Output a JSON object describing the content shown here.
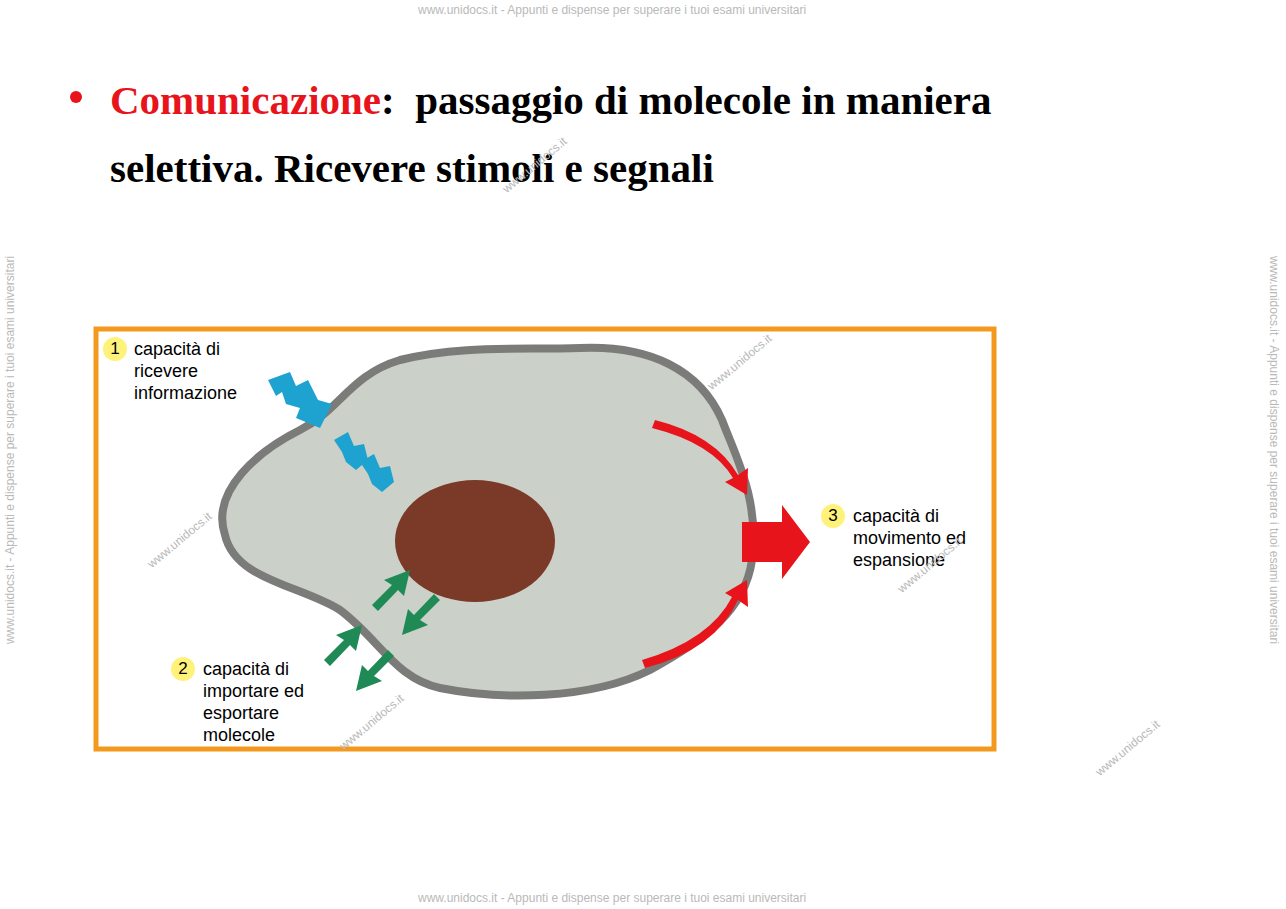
{
  "diagram": {
    "title": "Comunicazione",
    "labels": [
      ":",
      "passaggio di molecole in maniera selettiva. Ricevere stimoli e segnali",
      "1",
      "capacità di ricevere informazione",
      "2",
      "capacità di importare ed esportare molecole",
      "3",
      "capacità di movimento ed espansione",
      "www.unidocs.it - Appunti e dispense per superare i tuoi esami universitari",
      "www.unidocs.it - Appunti e dispense per superare i tuoi esami universitari",
      "www.unidocs.it - Appunti e dispense per superare i tuoi esami universitari",
      "www.unidocs.it - Appunti e dispense per superare i tuoi esami universitari",
      "www.unidocs.it",
      "www.unidocs.it",
      "www.unidocs.it",
      "www.unidocs.it",
      "www.unidocs.it",
      "www.unidocs.it"
    ]
  }
}
